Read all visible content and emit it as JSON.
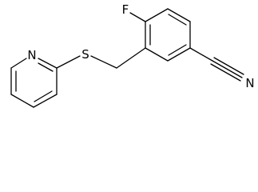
{
  "molecule": {
    "atom_labels": {
      "fluorine": "F",
      "sulfur": "S",
      "pyridine_nitrogen": "N",
      "nitrile_nitrogen": "N"
    }
  }
}
